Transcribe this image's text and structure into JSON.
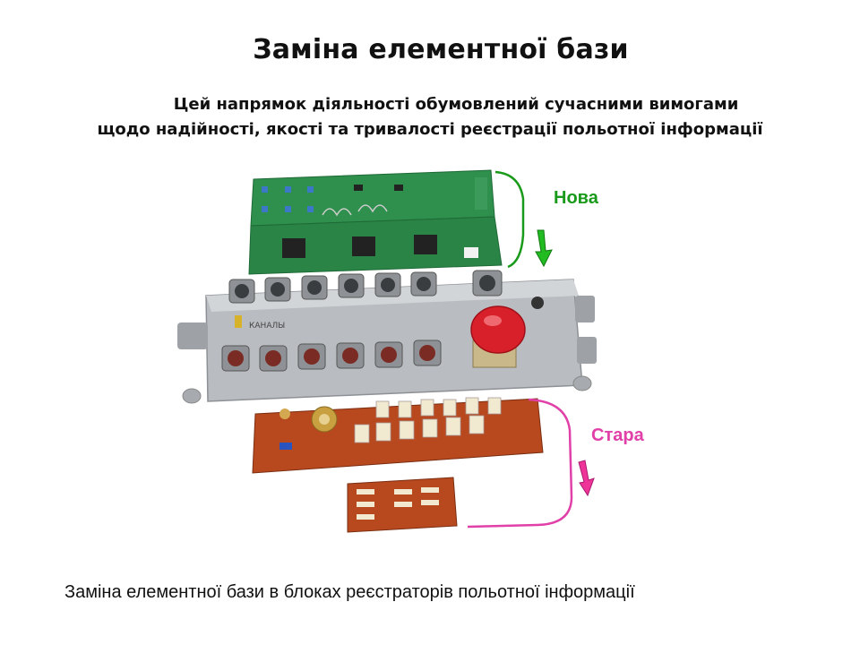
{
  "slide": {
    "title": "Заміна елементної бази",
    "subtitle_line1": "Цей напрямок діяльності обумовлений сучасними вимогами",
    "subtitle_line2": "щодо надійності, якості та тривалості реєстрації польотної інформації",
    "label_new": "Нова",
    "label_old": "Стара",
    "caption": "Заміна елементної бази в блоках реєстраторів польотної інформації",
    "device_panel_label": "КАНАЛЫ"
  },
  "colors": {
    "new_accent": "#1a9a1a",
    "old_accent": "#e040a8",
    "pcb_green": "#2e8b4a",
    "pcb_old": "#b8481e",
    "housing": "#b9bcc0",
    "button_red": "#d8202a"
  }
}
